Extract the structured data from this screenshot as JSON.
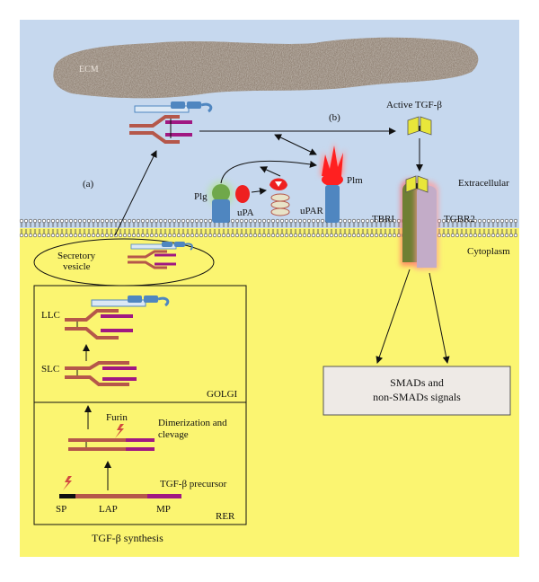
{
  "colors": {
    "extracellular": "#c6d8ee",
    "cytoplasm": "#fbf571",
    "ecm": "#8f8072",
    "ltbp": "#4f86c0",
    "ltbp_light": "#dbe8f5",
    "lap": "#b5574a",
    "mp": "#a01882",
    "sp": "#111111",
    "tgf_yellow": "#e8e63a",
    "tbri": "#6f7f33",
    "tgbr2": "#c3acc8",
    "glow": "#ff3a3a",
    "plg": "#6fa84a",
    "upa": "#ee2020",
    "plm": "#ff2020"
  },
  "labels": {
    "ecm": "ECM",
    "step_a": "(a)",
    "step_b": "(b)",
    "active_tgf": "Active TGF-β",
    "extracellular": "Extracellular",
    "cytoplasm": "Cytoplasm",
    "plg": "Plg",
    "upa": "uPA",
    "upar": "uPAR",
    "plm": "Plm",
    "tbri": "TBRI",
    "tgbr2": "TGBR2",
    "secretory_vesicle_1": "Secretory",
    "secretory_vesicle_2": "vesicle",
    "llc": "LLC",
    "slc": "SLC",
    "golgi": "GOLGI",
    "furin": "Furin",
    "dimerization_1": "Dimerization and",
    "dimerization_2": "clevage",
    "tgf_precursor": "TGF-β precursor",
    "sp": "SP",
    "lap": "LAP",
    "mp": "MP",
    "rer": "RER",
    "synthesis": "TGF-β synthesis",
    "smads_1": "SMADs and",
    "smads_2": "non-SMADs signals"
  }
}
